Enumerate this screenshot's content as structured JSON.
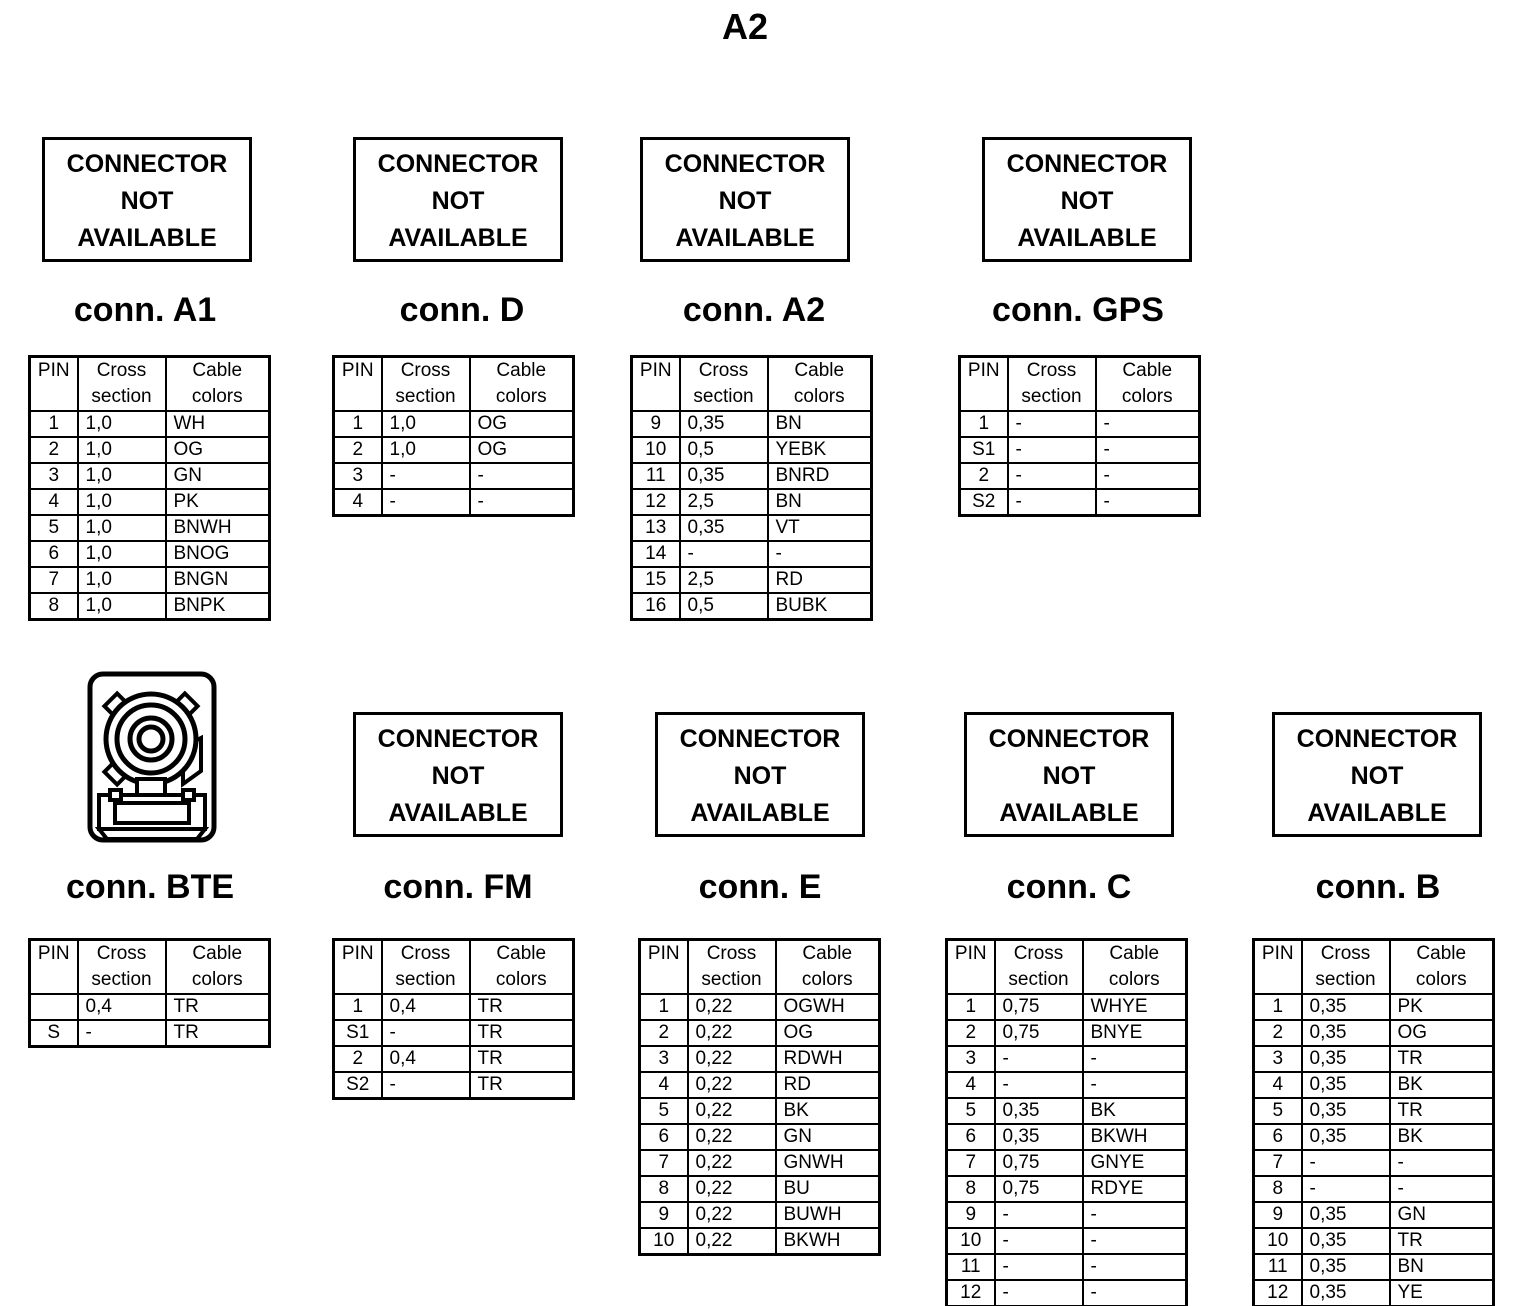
{
  "page_title": "A2",
  "na_box": {
    "line1": "CONNECTOR",
    "line2": "NOT",
    "line3": "AVAILABLE"
  },
  "table_header": {
    "pin": "PIN",
    "cross_line1": "Cross",
    "cross_line2": "section",
    "cable_line1": "Cable",
    "cable_line2": "colors"
  },
  "icons": {
    "bte_image": "coaxial-fakra-connector-drawing"
  },
  "colors": {
    "ink": "#000000",
    "background": "#ffffff"
  },
  "connectors": {
    "a1": {
      "label": "conn. A1",
      "rows": [
        [
          "1",
          "1,0",
          "WH"
        ],
        [
          "2",
          "1,0",
          "OG"
        ],
        [
          "3",
          "1,0",
          "GN"
        ],
        [
          "4",
          "1,0",
          "PK"
        ],
        [
          "5",
          "1,0",
          "BNWH"
        ],
        [
          "6",
          "1,0",
          "BNOG"
        ],
        [
          "7",
          "1,0",
          "BNGN"
        ],
        [
          "8",
          "1,0",
          "BNPK"
        ]
      ]
    },
    "d": {
      "label": "conn. D",
      "rows": [
        [
          "1",
          "1,0",
          "OG"
        ],
        [
          "2",
          "1,0",
          "OG"
        ],
        [
          "3",
          "-",
          "-"
        ],
        [
          "4",
          "-",
          "-"
        ]
      ]
    },
    "a2": {
      "label": "conn. A2",
      "rows": [
        [
          "9",
          "0,35",
          "BN"
        ],
        [
          "10",
          "0,5",
          "YEBK"
        ],
        [
          "11",
          "0,35",
          "BNRD"
        ],
        [
          "12",
          "2,5",
          "BN"
        ],
        [
          "13",
          "0,35",
          "VT"
        ],
        [
          "14",
          "-",
          "-"
        ],
        [
          "15",
          "2,5",
          "RD"
        ],
        [
          "16",
          "0,5",
          "BUBK"
        ]
      ]
    },
    "gps": {
      "label": "conn. GPS",
      "rows": [
        [
          "1",
          "-",
          "-"
        ],
        [
          "S1",
          "-",
          "-"
        ],
        [
          "2",
          "-",
          "-"
        ],
        [
          "S2",
          "-",
          "-"
        ]
      ]
    },
    "bte": {
      "label": "conn. BTE",
      "rows": [
        [
          "",
          "0,4",
          "TR"
        ],
        [
          "S",
          "-",
          "TR"
        ]
      ]
    },
    "fm": {
      "label": "conn. FM",
      "rows": [
        [
          "1",
          "0,4",
          "TR"
        ],
        [
          "S1",
          "-",
          "TR"
        ],
        [
          "2",
          "0,4",
          "TR"
        ],
        [
          "S2",
          "-",
          "TR"
        ]
      ]
    },
    "e": {
      "label": "conn. E",
      "rows": [
        [
          "1",
          "0,22",
          "OGWH"
        ],
        [
          "2",
          "0,22",
          "OG"
        ],
        [
          "3",
          "0,22",
          "RDWH"
        ],
        [
          "4",
          "0,22",
          "RD"
        ],
        [
          "5",
          "0,22",
          "BK"
        ],
        [
          "6",
          "0,22",
          "GN"
        ],
        [
          "7",
          "0,22",
          "GNWH"
        ],
        [
          "8",
          "0,22",
          "BU"
        ],
        [
          "9",
          "0,22",
          "BUWH"
        ],
        [
          "10",
          "0,22",
          "BKWH"
        ]
      ]
    },
    "c": {
      "label": "conn. C",
      "rows": [
        [
          "1",
          "0,75",
          "WHYE"
        ],
        [
          "2",
          "0,75",
          "BNYE"
        ],
        [
          "3",
          "-",
          "-"
        ],
        [
          "4",
          "-",
          "-"
        ],
        [
          "5",
          "0,35",
          "BK"
        ],
        [
          "6",
          "0,35",
          "BKWH"
        ],
        [
          "7",
          "0,75",
          "GNYE"
        ],
        [
          "8",
          "0,75",
          "RDYE"
        ],
        [
          "9",
          "-",
          "-"
        ],
        [
          "10",
          "-",
          "-"
        ],
        [
          "11",
          "-",
          "-"
        ],
        [
          "12",
          "-",
          "-"
        ]
      ]
    },
    "b": {
      "label": "conn. B",
      "rows": [
        [
          "1",
          "0,35",
          "PK"
        ],
        [
          "2",
          "0,35",
          "OG"
        ],
        [
          "3",
          "0,35",
          "TR"
        ],
        [
          "4",
          "0,35",
          "BK"
        ],
        [
          "5",
          "0,35",
          "TR"
        ],
        [
          "6",
          "0,35",
          "BK"
        ],
        [
          "7",
          "-",
          "-"
        ],
        [
          "8",
          "-",
          "-"
        ],
        [
          "9",
          "0,35",
          "GN"
        ],
        [
          "10",
          "0,35",
          "TR"
        ],
        [
          "11",
          "0,35",
          "BN"
        ],
        [
          "12",
          "0,35",
          "YE"
        ]
      ]
    }
  }
}
